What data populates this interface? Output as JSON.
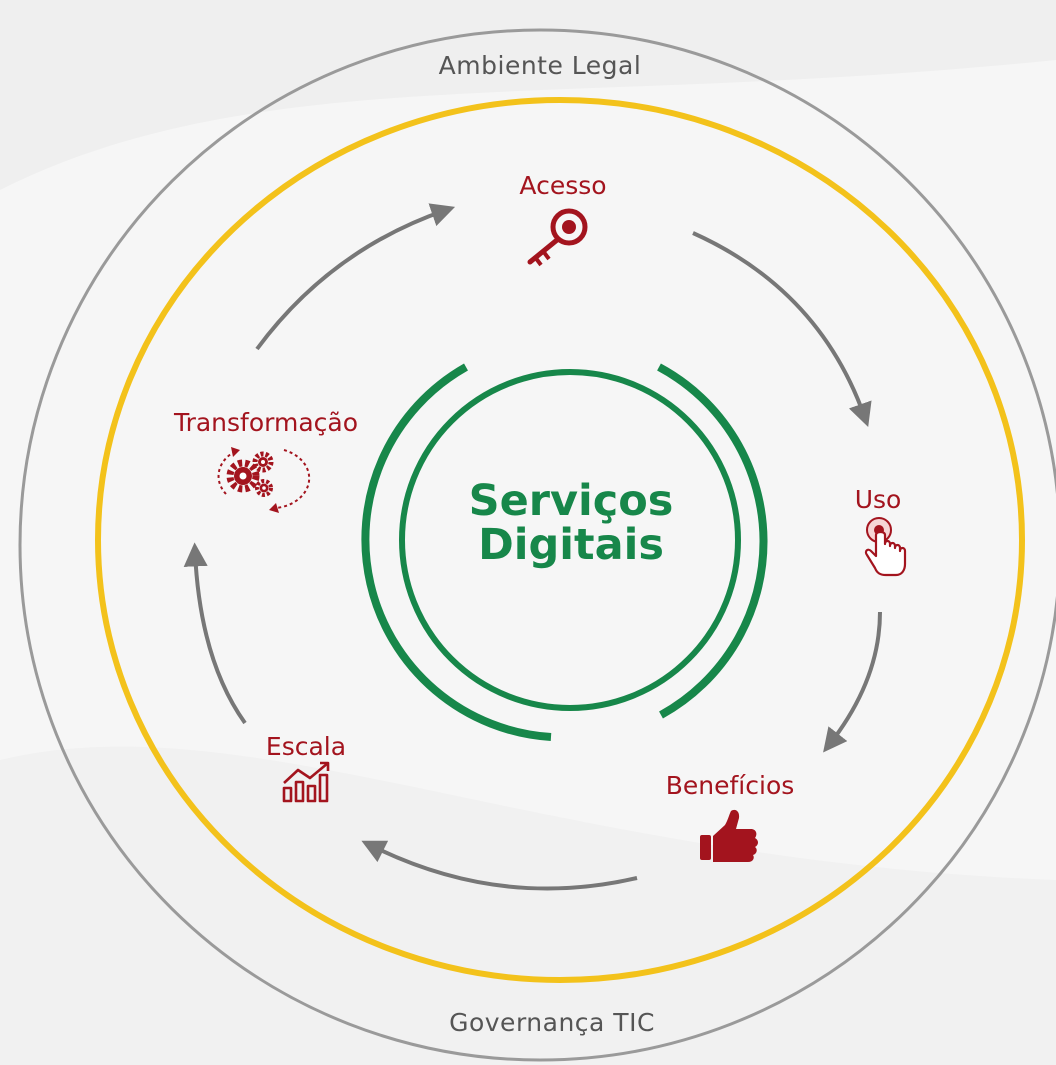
{
  "colors": {
    "outer_ring": "#9a9a9a",
    "middle_ring": "#f3c21b",
    "inner_ring": "#17874a",
    "arrow": "#777777",
    "stage": "#a3141e",
    "ring_text": "#555555",
    "background": "#f6f6f6"
  },
  "outer_ring": {
    "top_label": "Ambiente Legal",
    "bottom_label": "Governança TIC"
  },
  "center": {
    "line1": "Serviços",
    "line2": "Digitais"
  },
  "stages": [
    {
      "id": "acesso",
      "label": "Acesso",
      "icon": "key-icon"
    },
    {
      "id": "uso",
      "label": "Uso",
      "icon": "pointer-hand-icon"
    },
    {
      "id": "beneficios",
      "label": "Benefícios",
      "icon": "thumbs-up-icon"
    },
    {
      "id": "escala",
      "label": "Escala",
      "icon": "growth-chart-icon"
    },
    {
      "id": "transformacao",
      "label": "Transformação",
      "icon": "gears-cycle-icon"
    }
  ]
}
